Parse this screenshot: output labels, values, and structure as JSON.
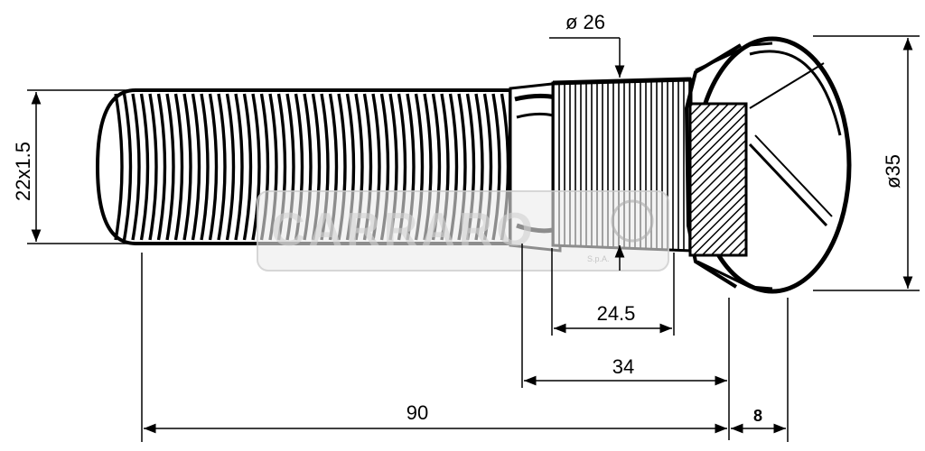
{
  "labels": {
    "thread_diameter": "22x1.5",
    "neck_diameter": "ø 26",
    "head_diameter": "ø35",
    "knurl_length": "24.5",
    "shank_length": "34",
    "overall_length": "90",
    "head_thickness": "8"
  },
  "watermark": {
    "text": "CARRARO",
    "sub": "S.p.A."
  }
}
